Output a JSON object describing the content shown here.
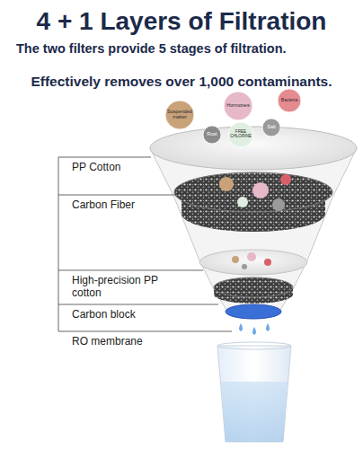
{
  "diagram": {
    "title": "4 + 1 Layers of Filtration",
    "labels": [
      "The two filters provide 5 stages of filtration.",
      "Effectively removes over 1,000 contaminants.",
      "Suspended matter",
      "Hormones",
      "Bacteria",
      "Rust",
      "FREE CHLORINE",
      "Salt",
      "PP Cotton",
      "Carbon Fiber",
      "High-precision PP cotton",
      "Carbon block",
      "RO membrane"
    ]
  }
}
